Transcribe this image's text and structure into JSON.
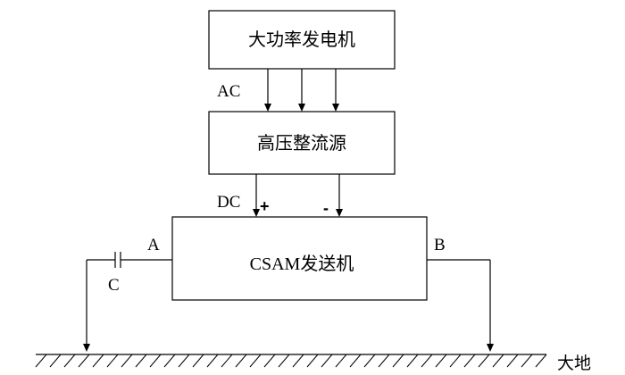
{
  "blocks": {
    "generator": "大功率发电机",
    "rectifier": "高压整流源",
    "transmitter": "CSAM发送机"
  },
  "labels": {
    "ac": "AC",
    "dc": "DC",
    "plus": "+",
    "minus": "-",
    "terminal_a": "A",
    "terminal_b": "B",
    "capacitor": "C",
    "ground": "大地"
  },
  "colors": {
    "line": "#000000",
    "background": "#ffffff"
  }
}
